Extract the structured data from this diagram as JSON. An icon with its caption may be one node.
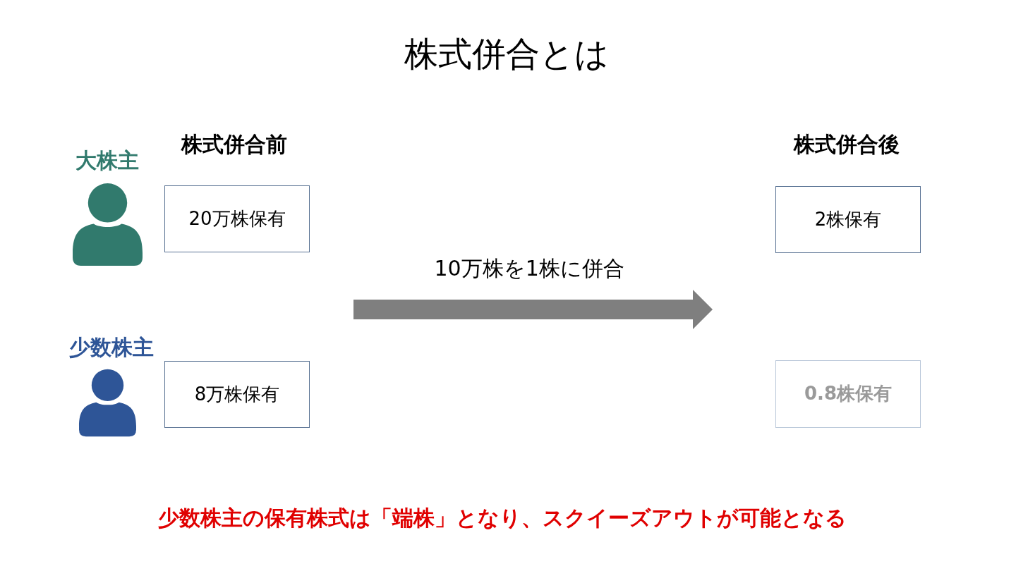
{
  "diagram": {
    "title": "株式併合とは",
    "nodes": [
      {
        "text": [
          "20万株保有"
        ]
      },
      {
        "text": [
          "2株保有"
        ]
      },
      {
        "text": [
          "8万株保有"
        ]
      },
      {
        "text": [
          "0.8株保有"
        ]
      }
    ],
    "labels": [
      "株式併合前",
      "株式併合後",
      "大株主",
      "10万株を1株に併合",
      "少数株主"
    ],
    "caption": "少数株主の保有株式は「端株」となり、スクイーズアウトが可能となる"
  }
}
